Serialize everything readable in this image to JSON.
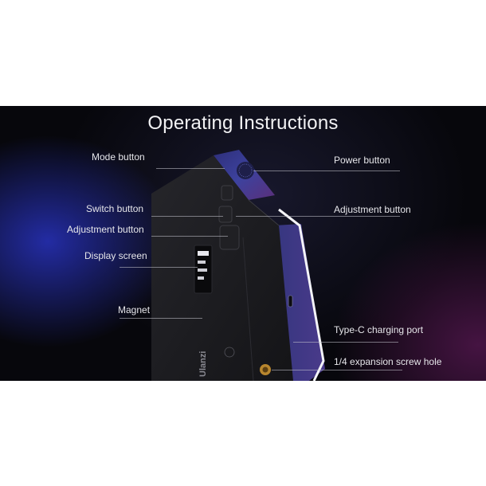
{
  "title": "Operating Instructions",
  "labels": {
    "mode_button": "Mode button",
    "switch_button": "Switch button",
    "adjustment_button_left": "Adjustment button",
    "display_screen": "Display screen",
    "magnet": "Magnet",
    "power_button": "Power button",
    "adjustment_button_right": "Adjustment button",
    "type_c_port": "Type-C charging port",
    "screw_hole": "1/4 expansion screw hole"
  },
  "device_text": {
    "brand": "Ulanzi"
  },
  "colors": {
    "background": "#07070c",
    "device_body": "#1b1b1f",
    "frame_accent": "#3a3f9a",
    "label_text": "#e6e6ea"
  }
}
